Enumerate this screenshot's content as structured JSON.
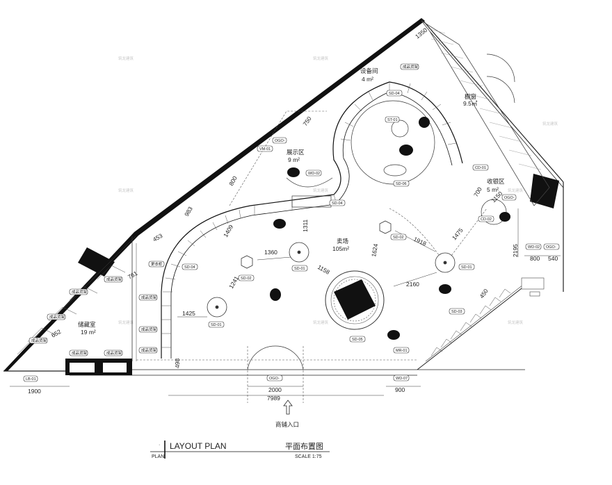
{
  "rooms": {
    "equipment": {
      "name": "设备间",
      "area": "4 m²"
    },
    "display_window": {
      "name": "橱窗",
      "area": "9.5㎡"
    },
    "exhibit": {
      "name": "展示区",
      "area": "9 m²"
    },
    "cashier": {
      "name": "收银区",
      "area": "5 m²"
    },
    "sales": {
      "name": "卖场",
      "area": "105m²"
    },
    "storage": {
      "name": "储藏室",
      "area": "19 m²"
    }
  },
  "dimensions": {
    "d1350": "1350",
    "d750": "750",
    "d800": "800",
    "d983": "983",
    "d453": "453",
    "d761": "761",
    "d652": "652",
    "d1311": "1311",
    "d1409": "1409",
    "d1360": "1360",
    "d1241": "1241",
    "d1158": "1158",
    "d1425": "1425",
    "d1624": "1624",
    "d1918": "1918",
    "d1475": "1475",
    "d2160": "2160",
    "d700": "700",
    "d1150": "1150",
    "d2195": "2195",
    "d800b": "800",
    "d540": "540",
    "d450": "450",
    "d498": "498",
    "d1900": "1900",
    "d2000": "2000",
    "d7989": "7989",
    "d900": "900"
  },
  "tags": {
    "sd04_top": "SD-04",
    "st01": "ST-01",
    "sd06": "SD-06",
    "wd02_top": "WD-02",
    "ogo_a": "OGO-",
    "vm01": "VM-01",
    "sd04_mid": "SD-04",
    "sd04_left": "SD-04",
    "sd02_a": "SD-02",
    "sd01_a": "SD-01",
    "sd01_b": "SD-01",
    "sd02_b": "SD-02",
    "sd01_c": "SD-01",
    "sd05": "SD-05",
    "sd03": "SD-03",
    "mr01": "MR-01",
    "cd01": "CD-01",
    "ogo_b": "OGO-",
    "cd02": "CD-02",
    "wd02_r": "WD-02",
    "ogo_r": "OGO-",
    "ogo_entry": "OGO-",
    "wd07": "WD-07",
    "lb01": "LB-01",
    "equip_label": "成品货架"
  },
  "shelf_labels": {
    "s1": "成品货架",
    "s2": "成品货架",
    "s3": "成品货架",
    "s4": "成品货架",
    "s5": "成品货架",
    "s6": "成品货架",
    "s7": "成品货架",
    "s8": "成品货架",
    "s9": "成品货架",
    "s10": "更衣柜"
  },
  "entrance": "商铺入口",
  "title": {
    "marker": "·",
    "en": "LAYOUT PLAN",
    "cn": "平面布置图",
    "sub_en": "PLAN",
    "scale": "SCALE  1:75"
  },
  "watermark": "筑龙建筑"
}
